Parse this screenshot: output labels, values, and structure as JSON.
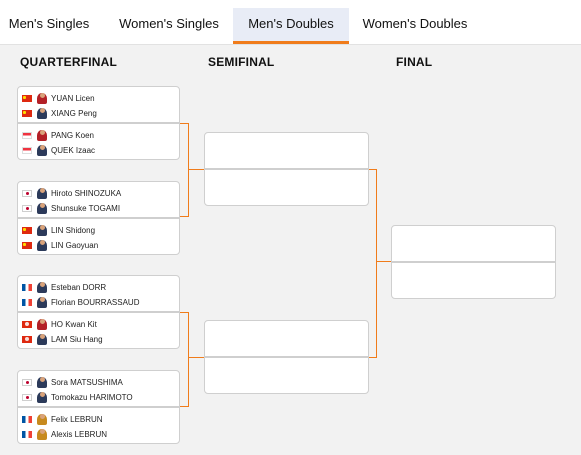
{
  "tabs": [
    {
      "label": "Men's Singles",
      "active": false
    },
    {
      "label": "Women's Singles",
      "active": false
    },
    {
      "label": "Men's Doubles",
      "active": true
    },
    {
      "label": "Women's Doubles",
      "active": false
    }
  ],
  "rounds": {
    "quarterfinal": "QUARTERFINAL",
    "semifinal": "SEMIFINAL",
    "final": "FINAL"
  },
  "colors": {
    "accent": "#f07c1b",
    "active_tab_bg": "#e8ecf6"
  },
  "quarterfinal_matches": [
    {
      "teams": [
        {
          "players": [
            {
              "name": "YUAN Licen",
              "flag": "CHN"
            },
            {
              "name": "XIANG Peng",
              "flag": "CHN"
            }
          ]
        },
        {
          "players": [
            {
              "name": "PANG Koen",
              "flag": "SGP"
            },
            {
              "name": "QUEK Izaac",
              "flag": "SGP"
            }
          ]
        }
      ]
    },
    {
      "teams": [
        {
          "players": [
            {
              "name": "Hiroto SHINOZUKA",
              "flag": "JPN"
            },
            {
              "name": "Shunsuke TOGAMI",
              "flag": "JPN"
            }
          ]
        },
        {
          "players": [
            {
              "name": "LIN Shidong",
              "flag": "CHN"
            },
            {
              "name": "LIN Gaoyuan",
              "flag": "CHN"
            }
          ]
        }
      ]
    },
    {
      "teams": [
        {
          "players": [
            {
              "name": "Esteban DORR",
              "flag": "FRA"
            },
            {
              "name": "Florian BOURRASSAUD",
              "flag": "FRA"
            }
          ]
        },
        {
          "players": [
            {
              "name": "HO Kwan Kit",
              "flag": "HKG"
            },
            {
              "name": "LAM Siu Hang",
              "flag": "HKG"
            }
          ]
        }
      ]
    },
    {
      "teams": [
        {
          "players": [
            {
              "name": "Sora MATSUSHIMA",
              "flag": "JPN"
            },
            {
              "name": "Tomokazu HARIMOTO",
              "flag": "JPN"
            }
          ]
        },
        {
          "players": [
            {
              "name": "Felix LEBRUN",
              "flag": "FRA"
            },
            {
              "name": "Alexis LEBRUN",
              "flag": "FRA"
            }
          ]
        }
      ]
    }
  ]
}
